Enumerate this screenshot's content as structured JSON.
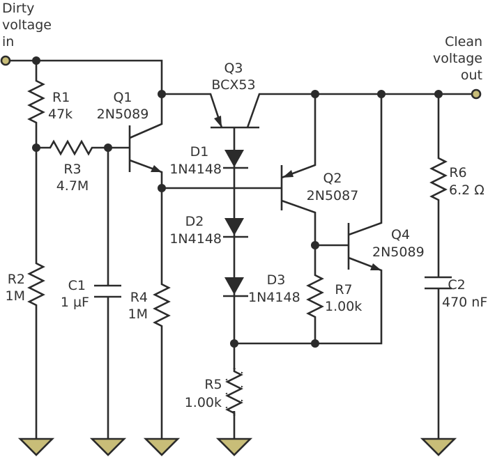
{
  "title": "Voltage filter / regulator schematic",
  "terminals": {
    "input": {
      "label_lines": [
        "Dirty",
        "voltage",
        "in"
      ]
    },
    "output": {
      "label_lines": [
        "Clean",
        "voltage",
        "out"
      ]
    }
  },
  "components": {
    "R1": {
      "ref": "R1",
      "value": "47k",
      "type": "resistor"
    },
    "R2": {
      "ref": "R2",
      "value": "1M",
      "type": "resistor"
    },
    "R3": {
      "ref": "R3",
      "value": "4.7M",
      "type": "resistor"
    },
    "R4": {
      "ref": "R4",
      "value": "1M",
      "type": "resistor"
    },
    "R5": {
      "ref": "R5",
      "value": "1.00k",
      "type": "resistor"
    },
    "R6": {
      "ref": "R6",
      "value": "6.2 Ω",
      "type": "resistor"
    },
    "R7": {
      "ref": "R7",
      "value": "1.00k",
      "type": "resistor"
    },
    "C1": {
      "ref": "C1",
      "value": "1 µF",
      "type": "capacitor"
    },
    "C2": {
      "ref": "C2",
      "value": "470 nF",
      "type": "capacitor"
    },
    "D1": {
      "ref": "D1",
      "value": "1N4148",
      "type": "diode"
    },
    "D2": {
      "ref": "D2",
      "value": "1N4148",
      "type": "diode"
    },
    "D3": {
      "ref": "D3",
      "value": "1N4148",
      "type": "diode"
    },
    "Q1": {
      "ref": "Q1",
      "value": "2N5089",
      "type": "npn-transistor"
    },
    "Q2": {
      "ref": "Q2",
      "value": "2N5087",
      "type": "pnp-transistor"
    },
    "Q3": {
      "ref": "Q3",
      "value": "BCX53",
      "type": "pnp-transistor"
    },
    "Q4": {
      "ref": "Q4",
      "value": "2N5089",
      "type": "npn-transistor"
    }
  },
  "colors": {
    "wire": "#2b2b2b",
    "terminal_fill": "#c8bd78",
    "ground_fill": "#c8bd78",
    "text": "#333333"
  }
}
